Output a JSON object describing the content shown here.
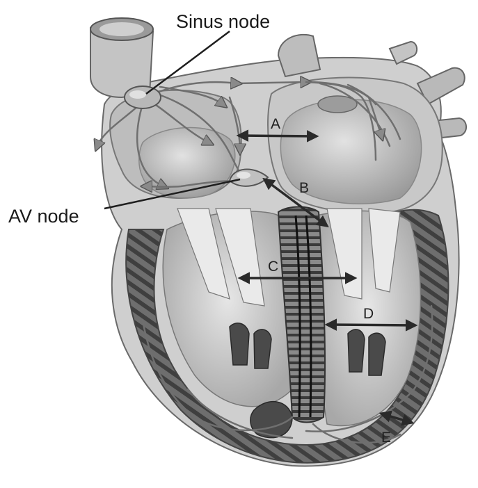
{
  "labels": {
    "sinus_node": "Sinus node",
    "av_node": "AV node"
  },
  "markers": {
    "a": "A",
    "b": "B",
    "c": "C",
    "d": "D",
    "e": "E"
  },
  "colors": {
    "background": "#ffffff",
    "heart_outer": "#c9c9c9",
    "muscle_dark": "#5a5a5a",
    "chamber_light": "#d4d4d4",
    "arrow": "#2a2a2a"
  }
}
